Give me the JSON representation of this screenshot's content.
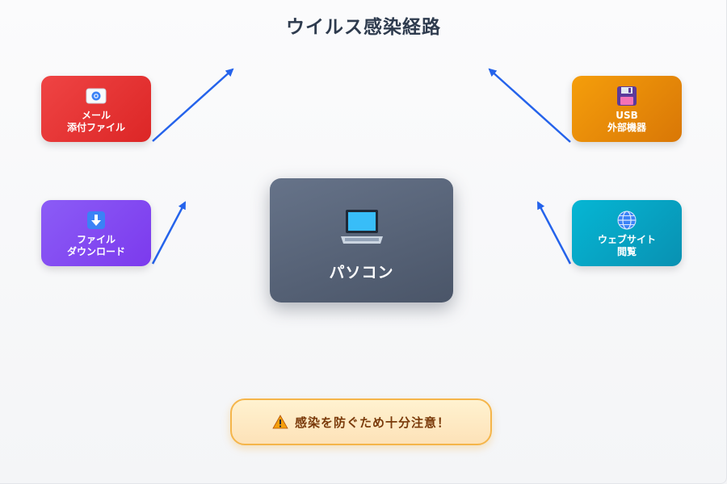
{
  "title": "ウイルス感染経路",
  "center": {
    "label": "パソコン",
    "icon": "laptop-icon"
  },
  "sources": {
    "email": {
      "line1": "メール",
      "line2": "添付ファイル",
      "icon": "email-icon",
      "color": "#dc2626"
    },
    "download": {
      "line1": "ファイル",
      "line2": "ダウンロード",
      "icon": "download-icon",
      "color": "#7c3aed"
    },
    "usb": {
      "line1": "USB",
      "line2": "外部機器",
      "icon": "floppy-disk-icon",
      "color": "#d97706"
    },
    "web": {
      "line1": "ウェブサイト",
      "line2": "閲覧",
      "icon": "globe-icon",
      "color": "#0891b2"
    }
  },
  "warning": {
    "text": "感染を防ぐため十分注意！",
    "icon": "warning-icon"
  },
  "colors": {
    "arrow": "#2563eb",
    "title": "#2e3b4e"
  }
}
